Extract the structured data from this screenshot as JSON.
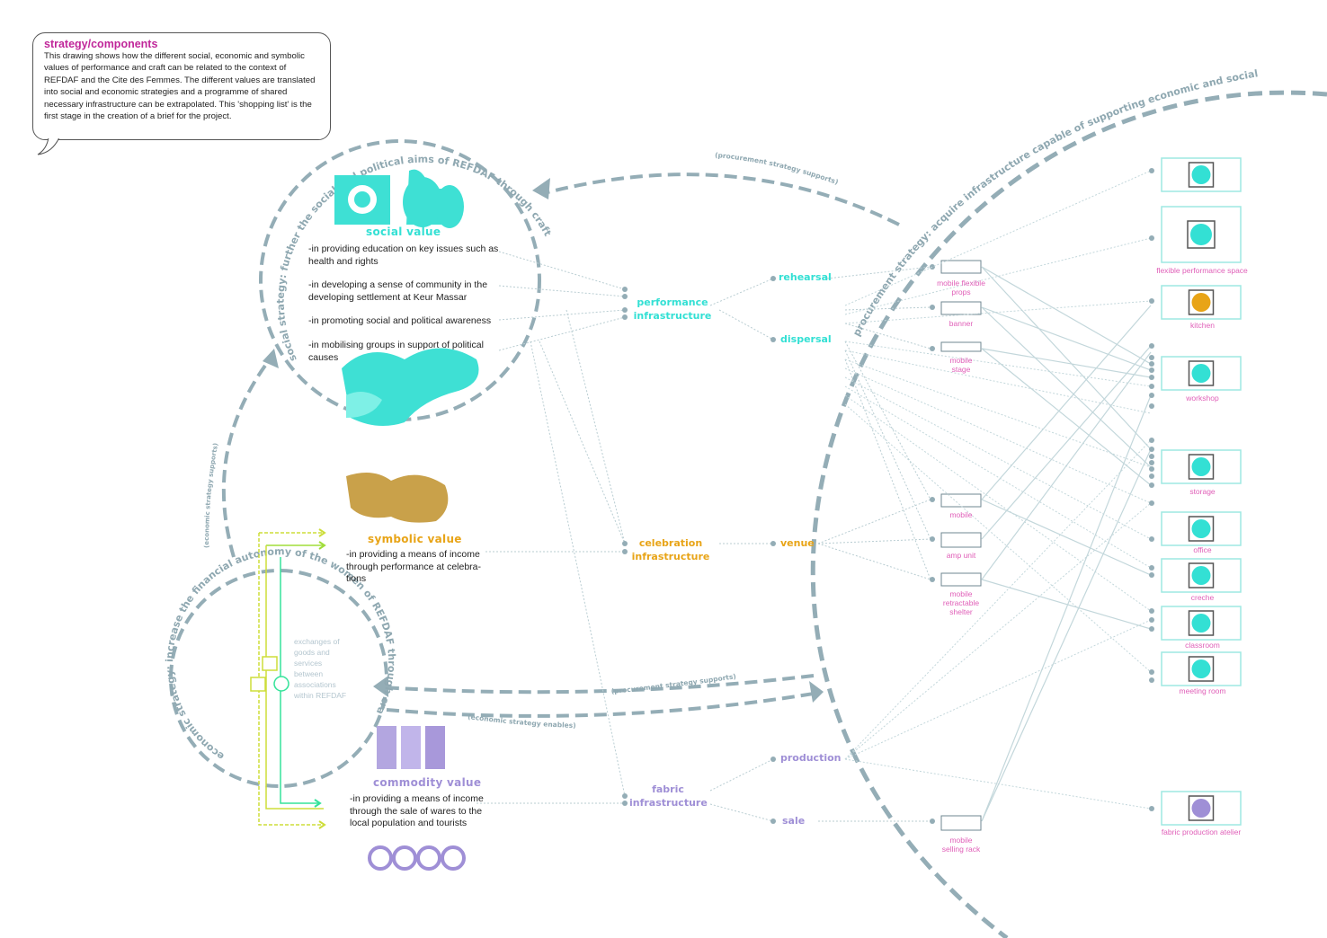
{
  "intro": {
    "title": "strategy/components",
    "body": "This drawing shows how the different social, economic and symbolic values of performance and craft can be related to the context of REFDAF and the Cite des Femmes. The different values are translated into social and economic strategies and a programme of shared necessary infrastructure can be extrapolated. This 'shopping list' is the first stage in the creation of a brief for the project."
  },
  "values": {
    "social": {
      "title": "social value",
      "points": [
        "-in providing education on key issues such as health and rights",
        "-in developing a sense of community in the developing settlement at Keur Massar",
        "-in promoting social and political awareness",
        "-in mobilising groups in support of political causes"
      ]
    },
    "symbolic": {
      "title": "symbolic value",
      "text": "-in providing a means of income through performance at celebra-tions"
    },
    "commodity": {
      "title": "commodity value",
      "text": "-in providing a means of income through the sale of wares to the local population and tourists"
    }
  },
  "exchange_text": "exchanges of goods and services between associations within REFDAF",
  "arc_texts": {
    "social_strategy": "social strategy: further the social and political aims of REFDAF through craft and performance",
    "economic_strategy": "economic strategy: increase the financial autonomy of the women of REFDAF through craft and performance",
    "procurement_strategy": "procurement strategy: acquire infrastructure capable of supporting economic and social strategies",
    "procurement_supports_top": "(procurement strategy supports)",
    "procurement_supports_bottom": "(procurement strategy supports)",
    "economic_supports": "(economic strategy supports)",
    "economic_enables": "(economic strategy enables)"
  },
  "infrastructure": {
    "performance": "performance infrastructure",
    "celebration": "celebration infrastructure",
    "fabric": "fabric infrastructure"
  },
  "activities": {
    "rehearsal": "rehearsal",
    "dispersal": "dispersal",
    "venue": "venue",
    "production": "production",
    "sale": "sale"
  },
  "mobile_items": [
    "mobile flexible props",
    "banner",
    "mobile stage",
    "mobile",
    "amp unit",
    "mobile retractable shelter",
    "mobile selling rack"
  ],
  "spaces": [
    "flexible performance space",
    "kitchen",
    "workshop",
    "storage",
    "office",
    "creche",
    "classroom",
    "meeting room",
    "fabric production atelier"
  ],
  "colors": {
    "teal": "#33e0d4",
    "pale_teal": "#a9dcd6",
    "gold": "#e8a417",
    "lavender": "#9f8fd6",
    "magenta": "#c0279a",
    "pink": "#e05fb8",
    "dashed_arc": "#94adb6",
    "link_grey": "#b9cdd2",
    "yellow_green": "#cddd3a"
  },
  "icons": [
    "rehearsal-dot-icon",
    "social-value-images",
    "symbolic-value-image",
    "commodity-value-images",
    "space-box-icon",
    "mobile-item-icon",
    "arrow-icon"
  ]
}
